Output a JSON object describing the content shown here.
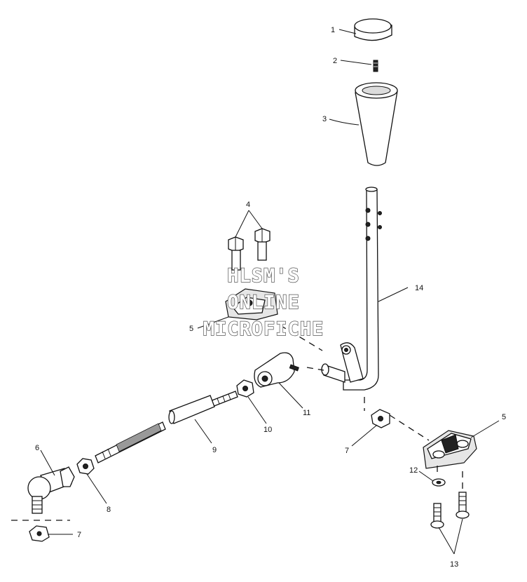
{
  "callouts": {
    "c1": "1",
    "c2": "2",
    "c3": "3",
    "c4": "4",
    "c5a": "5",
    "c5b": "5",
    "c6": "6",
    "c7a": "7",
    "c7b": "7",
    "c8": "8",
    "c9": "9",
    "c10": "10",
    "c11": "11",
    "c12": "12",
    "c13": "13",
    "c14": "14"
  },
  "watermark": {
    "line1": "HLSM'S",
    "line2": "ONLINE",
    "line3": "MICROFICHE"
  }
}
